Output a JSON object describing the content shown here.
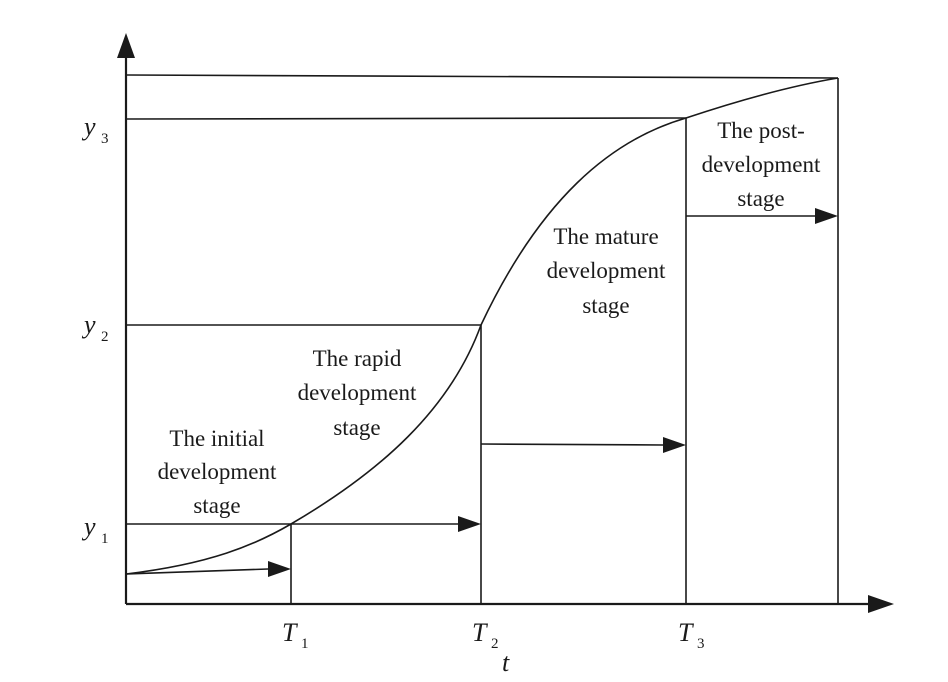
{
  "axes": {
    "x_label": "t",
    "y_ticks": [
      {
        "base": "y",
        "sub": "1"
      },
      {
        "base": "y",
        "sub": "2"
      },
      {
        "base": "y",
        "sub": "3"
      }
    ],
    "x_ticks": [
      {
        "base": "T",
        "sub": "1"
      },
      {
        "base": "T",
        "sub": "2"
      },
      {
        "base": "T",
        "sub": "3"
      }
    ]
  },
  "stages": [
    {
      "lines": [
        "The initial",
        "development",
        "stage"
      ]
    },
    {
      "lines": [
        "The rapid",
        "development",
        "stage"
      ]
    },
    {
      "lines": [
        "The mature",
        "development",
        "stage"
      ]
    },
    {
      "lines": [
        "The post-",
        "development",
        "stage"
      ]
    }
  ]
}
